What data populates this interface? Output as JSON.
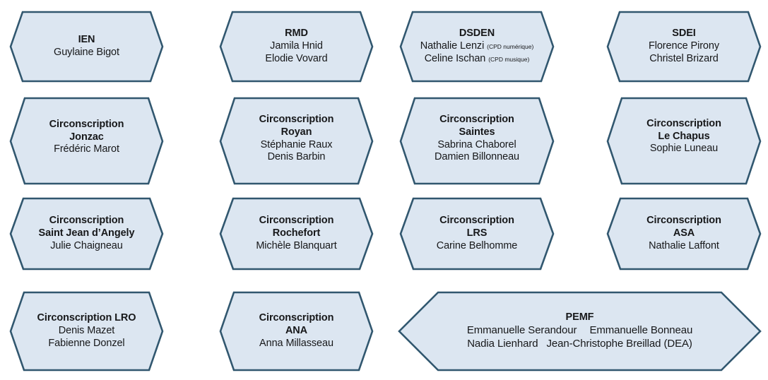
{
  "diagram": {
    "type": "organization-chart",
    "shape": "hexagon",
    "colors": {
      "fill": "#DCE6F1",
      "border": "#31576F",
      "text": "#17181A",
      "background": "#FFFFFF"
    },
    "nodes": [
      {
        "id": "ien",
        "title": "IEN",
        "subtitle": "",
        "people": [
          {
            "name": "Guylaine Bigot",
            "annotation": ""
          }
        ]
      },
      {
        "id": "rmd",
        "title": "RMD",
        "subtitle": "",
        "people": [
          {
            "name": "Jamila Hnid",
            "annotation": ""
          },
          {
            "name": "Elodie Vovard",
            "annotation": ""
          }
        ]
      },
      {
        "id": "dsden",
        "title": "DSDEN",
        "subtitle": "",
        "people": [
          {
            "name": "Nathalie Lenzi",
            "annotation": "(CPD numérique)"
          },
          {
            "name": "Celine Ischan",
            "annotation": "(CPD musique)"
          }
        ]
      },
      {
        "id": "sdei",
        "title": "SDEI",
        "subtitle": "",
        "people": [
          {
            "name": "Florence Pirony",
            "annotation": ""
          },
          {
            "name": "Christel Brizard",
            "annotation": ""
          }
        ]
      },
      {
        "id": "circo-jonzac",
        "title": "Circonscription",
        "subtitle": "Jonzac",
        "people": [
          {
            "name": "Frédéric Marot",
            "annotation": ""
          }
        ]
      },
      {
        "id": "circo-royan",
        "title": "Circonscription",
        "subtitle": "Royan",
        "people": [
          {
            "name": "Stéphanie Raux",
            "annotation": ""
          },
          {
            "name": "Denis  Barbin",
            "annotation": ""
          }
        ]
      },
      {
        "id": "circo-saintes",
        "title": "Circonscription",
        "subtitle": "Saintes",
        "people": [
          {
            "name": "Sabrina Chaborel",
            "annotation": ""
          },
          {
            "name": "Damien Billonneau",
            "annotation": ""
          }
        ]
      },
      {
        "id": "circo-le-chapus",
        "title": "Circonscription",
        "subtitle": "Le Chapus",
        "people": [
          {
            "name": "Sophie Luneau",
            "annotation": ""
          }
        ]
      },
      {
        "id": "circo-saint-jean-dangely",
        "title": "Circonscription",
        "subtitle": "Saint Jean d’Angely",
        "people": [
          {
            "name": "Julie Chaigneau",
            "annotation": ""
          }
        ]
      },
      {
        "id": "circo-rochefort",
        "title": "Circonscription",
        "subtitle": "Rochefort",
        "people": [
          {
            "name": "Michèle Blanquart",
            "annotation": ""
          }
        ]
      },
      {
        "id": "circo-lrs",
        "title": "Circonscription",
        "subtitle": "LRS",
        "people": [
          {
            "name": "Carine Belhomme",
            "annotation": ""
          }
        ]
      },
      {
        "id": "circo-asa",
        "title": "Circonscription",
        "subtitle": "ASA",
        "people": [
          {
            "name": "Nathalie Laffont",
            "annotation": ""
          }
        ]
      },
      {
        "id": "circo-lro",
        "title": "Circonscription  LRO",
        "subtitle": "",
        "people": [
          {
            "name": "Denis Mazet",
            "annotation": ""
          },
          {
            "name": "Fabienne Donzel",
            "annotation": ""
          }
        ]
      },
      {
        "id": "circo-ana",
        "title": "Circonscription",
        "subtitle": "ANA",
        "people": [
          {
            "name": "Anna Millasseau",
            "annotation": ""
          }
        ]
      },
      {
        "id": "pemf",
        "title": "PEMF",
        "subtitle": "",
        "people": [
          {
            "name": "Emmanuelle Serandour",
            "annotation": ""
          },
          {
            "name": "Emmanuelle Bonneau",
            "annotation": ""
          },
          {
            "name": "Nadia Lienhard",
            "annotation": ""
          },
          {
            "name": "Jean-Christophe Breillad (DEA)",
            "annotation": ""
          }
        ]
      }
    ]
  }
}
